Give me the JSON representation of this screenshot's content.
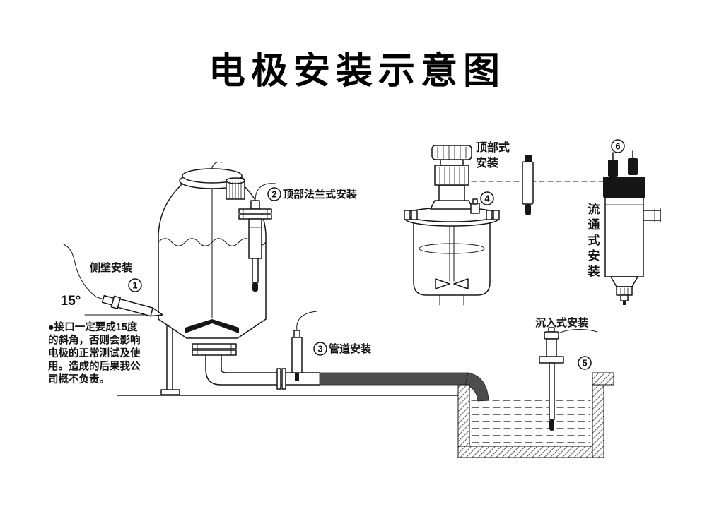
{
  "title": "电极安装示意图",
  "note": {
    "lines": [
      "●接口一定要成15度",
      "的斜角，否则会影响",
      "电极的正常测试及使",
      "用。造成的后果我公",
      "司概不负责。"
    ]
  },
  "labels": {
    "side_wall": {
      "num": "1",
      "text": "侧壁安装"
    },
    "angle_text": "15°",
    "top_flange": {
      "num": "2",
      "text": "顶部法兰式安装"
    },
    "pipe": {
      "num": "3",
      "text": "管道安装"
    },
    "top_type": {
      "num": "4",
      "line1": "顶部式",
      "line2": "安装"
    },
    "immersion": {
      "num": "5",
      "text": "沉入式安装"
    },
    "flow": {
      "num": "6",
      "chars": [
        "流",
        "通",
        "式",
        "安",
        "装"
      ]
    }
  }
}
